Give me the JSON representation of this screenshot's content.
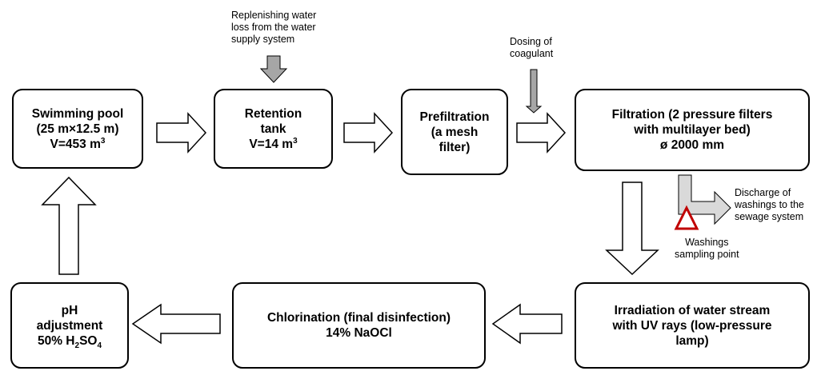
{
  "boxes": {
    "swimming_pool": {
      "line1": "Swimming pool",
      "line2": "(25 m×12.5 m)",
      "line3_prefix": "V=453 m",
      "line3_sup": "3"
    },
    "retention_tank": {
      "line1": "Retention",
      "line2": "tank",
      "line3_prefix": "V=14 m",
      "line3_sup": "3"
    },
    "prefiltration": {
      "line1": "Prefiltration",
      "line2": "(a mesh",
      "line3": "filter)"
    },
    "filtration": {
      "line1": "Filtration (2 pressure filters",
      "line2": "with multilayer bed)",
      "line3": "ø 2000 mm"
    },
    "irradiation": {
      "line1": "Irradiation of water stream",
      "line2": "with UV rays (low-pressure",
      "line3": "lamp)"
    },
    "chlorination": {
      "line1": "Chlorination (final disinfection)",
      "line2": "14% NaOCl"
    },
    "ph_adjustment": {
      "line1": "pH",
      "line2": "adjustment",
      "line3_prefix": "50% H",
      "line3_sub1": "2",
      "line3_mid": "SO",
      "line3_sub2": "4"
    }
  },
  "notes": {
    "replenishing": [
      "Replenishing water",
      "loss from the water",
      "supply system"
    ],
    "dosing": [
      "Dosing of",
      "coagulant"
    ],
    "discharge": [
      "Discharge of",
      "washings to the",
      "sewage system"
    ],
    "sampling": [
      "Washings",
      "sampling point"
    ]
  },
  "colors": {
    "gray_arrow": "#a6a6a6",
    "sampling_marker": "#c00000"
  }
}
